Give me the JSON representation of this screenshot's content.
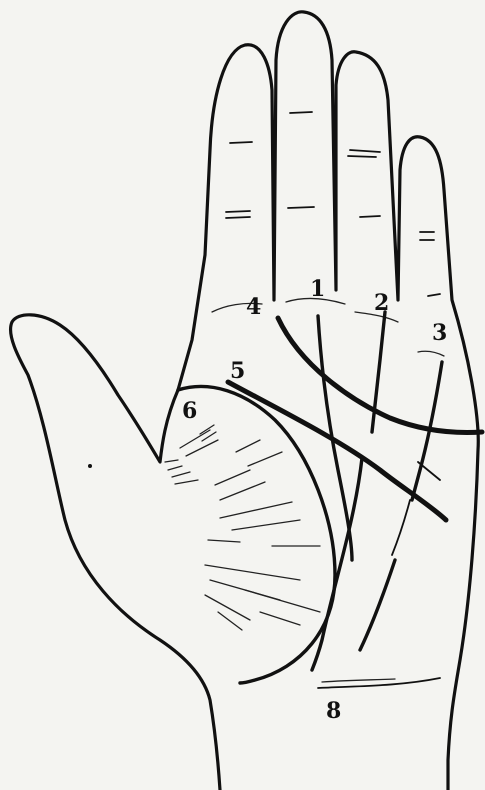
{
  "labels": {
    "n1": "1",
    "n2": "2",
    "n3": "3",
    "n4": "4",
    "n5": "5",
    "n6": "6",
    "n8": "8"
  },
  "colors": {
    "ink": "#111111",
    "paper": "#f4f4f1"
  }
}
